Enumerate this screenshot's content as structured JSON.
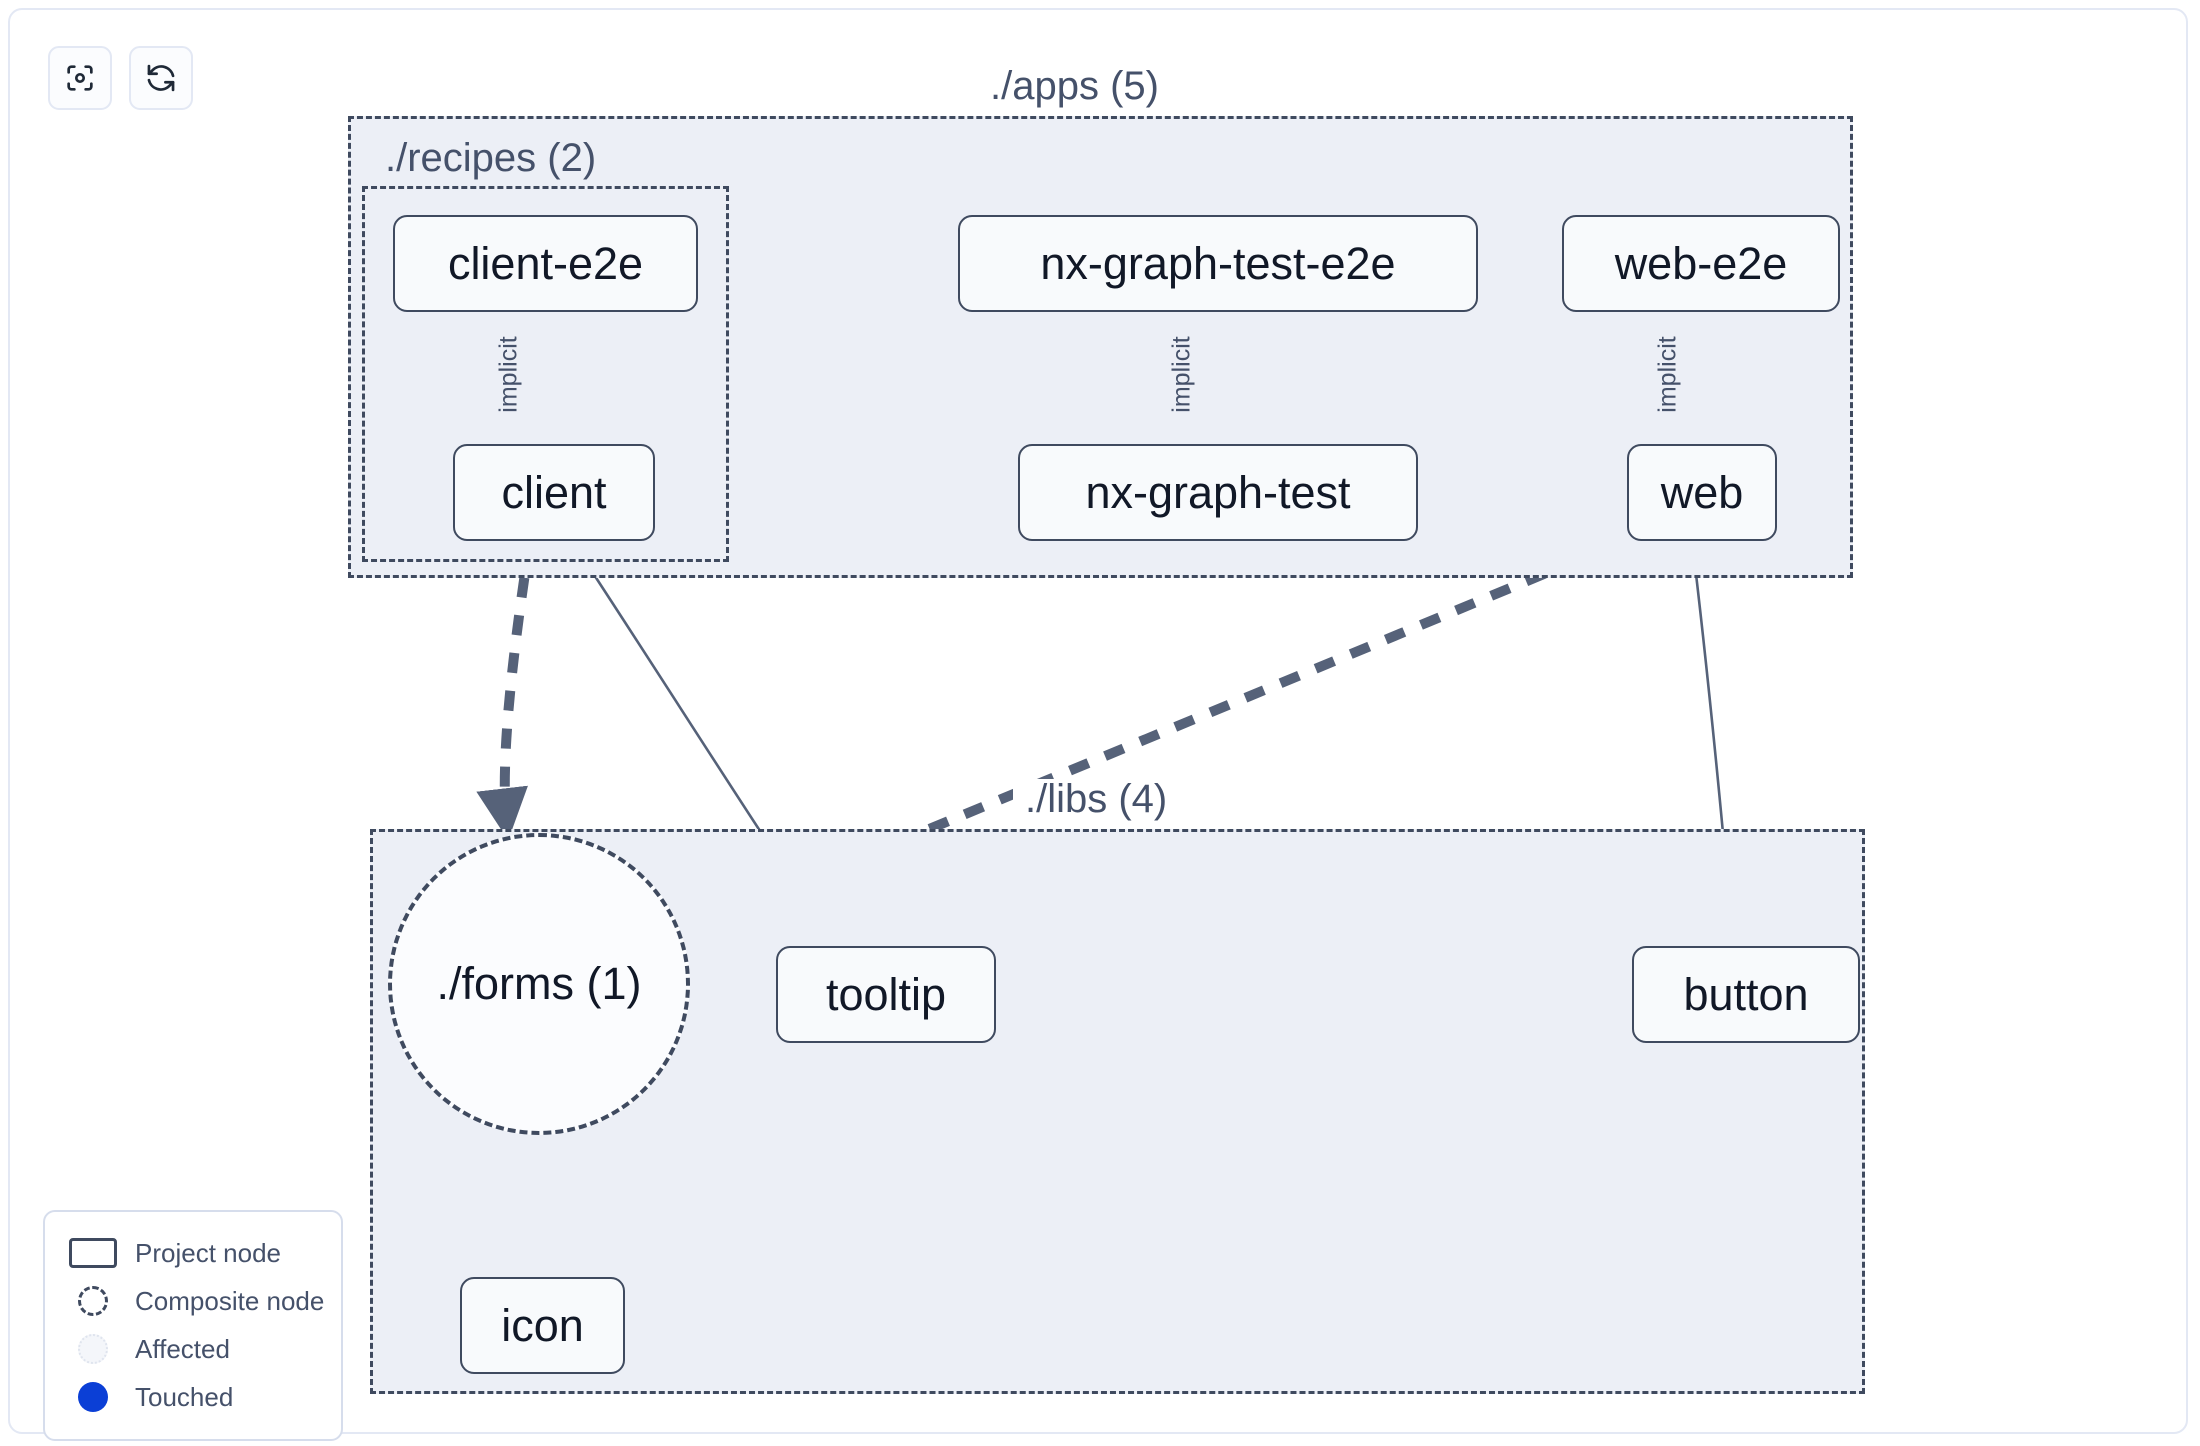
{
  "toolbar": {
    "buttons": [
      {
        "name": "focus-graph-button",
        "icon": "focus-target-icon",
        "label": ""
      },
      {
        "name": "refresh-graph-button",
        "icon": "refresh-icon",
        "label": ""
      }
    ]
  },
  "graph": {
    "groups": [
      {
        "id": "apps",
        "label": "./apps (5)",
        "count": 5
      },
      {
        "id": "recipes",
        "label": "./recipes (2)",
        "count": 2
      },
      {
        "id": "libs",
        "label": "./libs (4)",
        "count": 4
      }
    ],
    "nodes": [
      {
        "id": "client-e2e",
        "label": "client-e2e",
        "type": "project"
      },
      {
        "id": "nx-graph-test-e2e",
        "label": "nx-graph-test-e2e",
        "type": "project"
      },
      {
        "id": "web-e2e",
        "label": "web-e2e",
        "type": "project"
      },
      {
        "id": "client",
        "label": "client",
        "type": "project"
      },
      {
        "id": "nx-graph-test",
        "label": "nx-graph-test",
        "type": "project"
      },
      {
        "id": "web",
        "label": "web",
        "type": "project"
      },
      {
        "id": "forms",
        "label": "./forms (1)",
        "type": "composite"
      },
      {
        "id": "tooltip",
        "label": "tooltip",
        "type": "project"
      },
      {
        "id": "button",
        "label": "button",
        "type": "project"
      },
      {
        "id": "icon",
        "label": "icon",
        "type": "project"
      }
    ],
    "edges": [
      {
        "from": "client-e2e",
        "to": "client",
        "label": "implicit",
        "style": "solid"
      },
      {
        "from": "nx-graph-test-e2e",
        "to": "nx-graph-test",
        "label": "implicit",
        "style": "solid"
      },
      {
        "from": "web-e2e",
        "to": "web",
        "label": "implicit",
        "style": "solid"
      },
      {
        "from": "client",
        "to": "forms",
        "label": "",
        "style": "dashed"
      },
      {
        "from": "client",
        "to": "tooltip",
        "label": "",
        "style": "solid"
      },
      {
        "from": "web",
        "to": "forms",
        "label": "",
        "style": "dashed"
      },
      {
        "from": "web",
        "to": "button",
        "label": "",
        "style": "solid"
      },
      {
        "from": "forms",
        "to": "icon",
        "label": "",
        "style": "dashed"
      }
    ]
  },
  "legend": {
    "items": [
      {
        "swatch": "project-node-swatch",
        "label": "Project node"
      },
      {
        "swatch": "composite-node-swatch",
        "label": "Composite node"
      },
      {
        "swatch": "affected-swatch",
        "label": "Affected"
      },
      {
        "swatch": "touched-swatch",
        "label": "Touched"
      }
    ]
  },
  "colors": {
    "node_border": "#3f4a5f",
    "node_fill": "#f8fafc",
    "group_fill": "#eceff6",
    "edge": "#566279",
    "touched": "#0b3fd6",
    "panel_border": "#e3e8f4"
  }
}
